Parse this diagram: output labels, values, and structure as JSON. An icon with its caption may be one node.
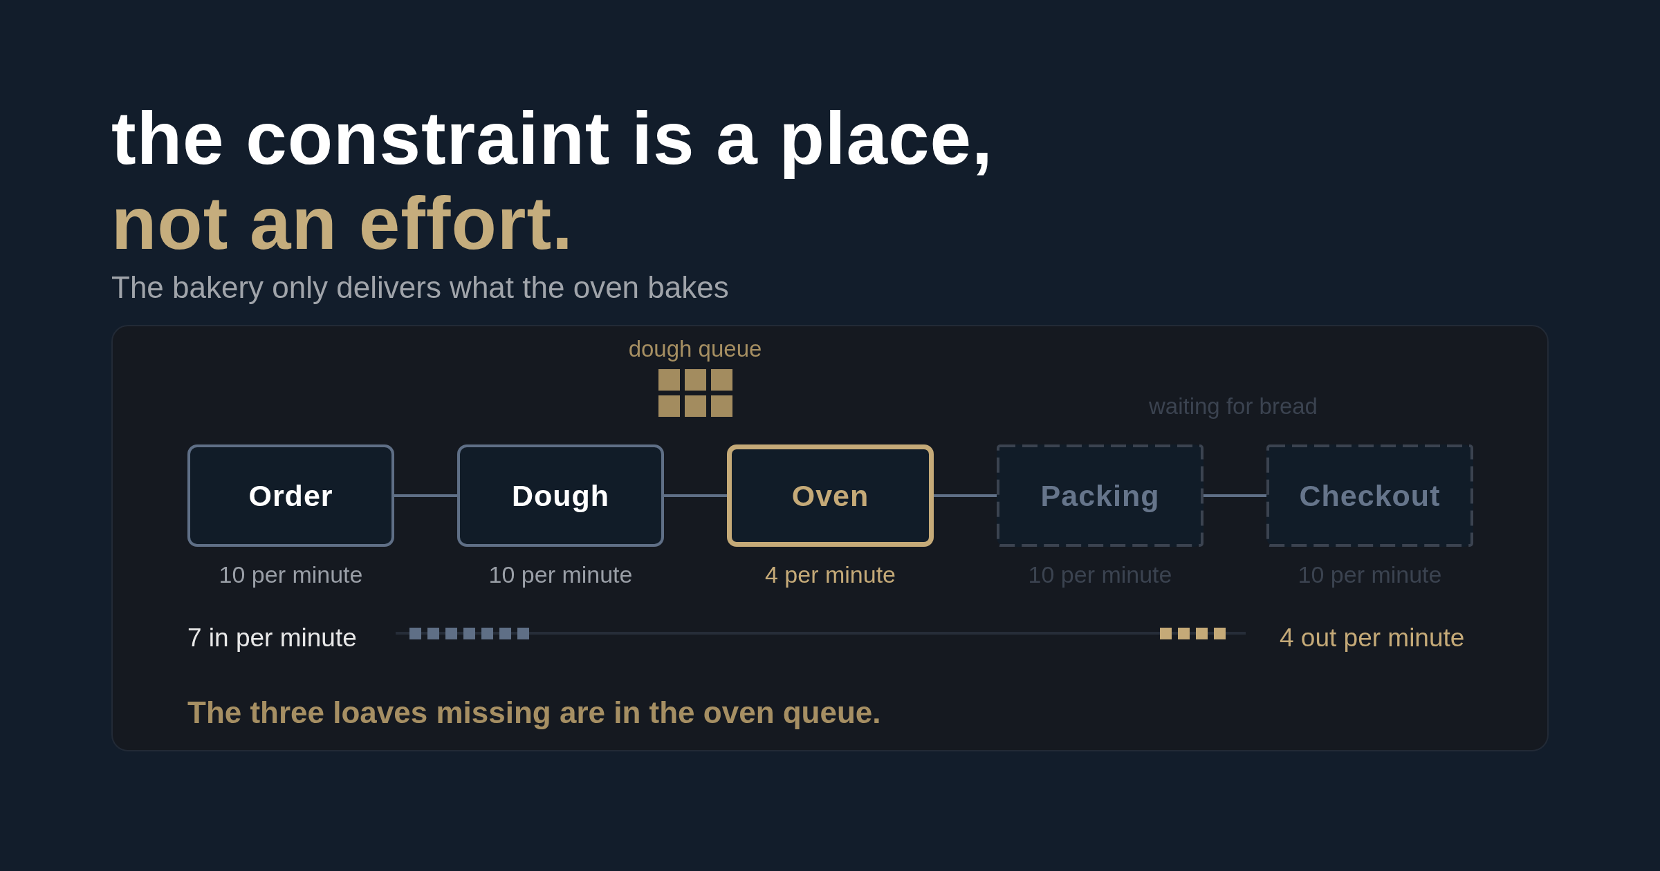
{
  "diagram": {
    "title": "the constraint is a place, not an effort.",
    "nodes": [
      {
        "text": [
          "Order"
        ],
        "beside": [
          "10 per minute"
        ]
      },
      {
        "text": [
          "Dough"
        ],
        "beside": [
          "10 per minute"
        ]
      },
      {
        "text": [
          "Oven"
        ],
        "beside": [
          "4 per minute"
        ]
      },
      {
        "text": [
          "Packing"
        ],
        "beside": [
          "10 per minute"
        ]
      },
      {
        "text": [
          "Checkout"
        ],
        "beside": [
          "10 per minute"
        ]
      }
    ],
    "edges": [
      {
        "from": 0,
        "to": 1,
        "arrow": "none"
      },
      {
        "from": 1,
        "to": 2,
        "arrow": "none"
      },
      {
        "from": 2,
        "to": 3,
        "arrow": "none"
      },
      {
        "from": 3,
        "to": 4,
        "arrow": "none"
      }
    ],
    "labels": [
      "The bakery only delivers what the oven bakes",
      "dough queue",
      "waiting for bread",
      "7 in per minute",
      "4 out per minute",
      "The three loaves missing are in the oven queue."
    ]
  }
}
